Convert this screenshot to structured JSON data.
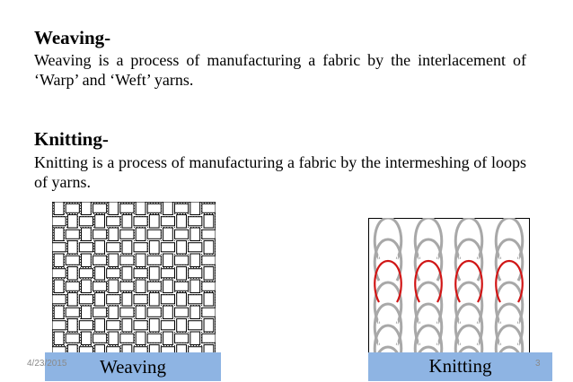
{
  "weaving": {
    "heading": "Weaving-",
    "text": "Weaving is a process of manufacturing a fabric by the interlacement of ‘Warp’ and ‘Weft’ yarns."
  },
  "knitting": {
    "heading": "Knitting-",
    "text": "Knitting is a process of manufacturing a fabric by the intermeshing of loops of yarns."
  },
  "figures": {
    "weave_caption": "Weaving",
    "knit_caption": "Knitting"
  },
  "footer": {
    "date": "4/23/2015",
    "page": "3"
  },
  "colors": {
    "caption_bg": "#8eb4e3",
    "knit_loop_red": "#d01616",
    "knit_loop_gray": "#a8a8a8"
  }
}
